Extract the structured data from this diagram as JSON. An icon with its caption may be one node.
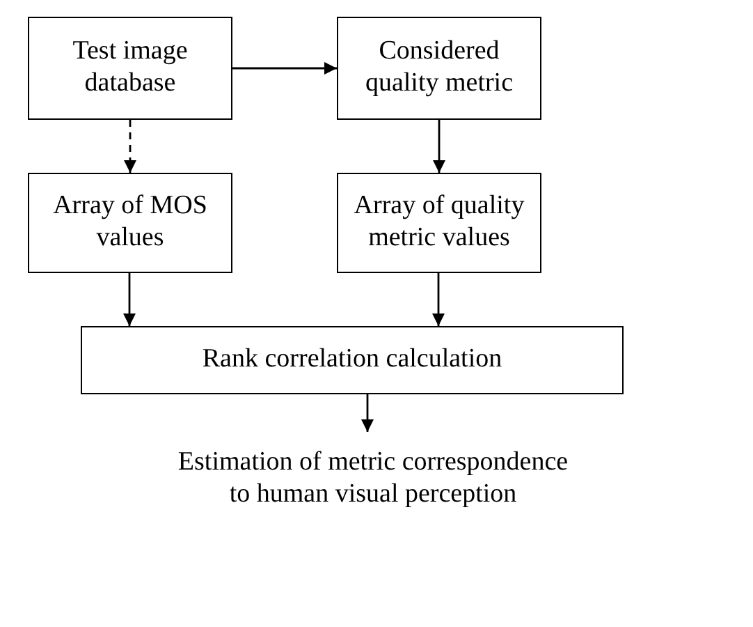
{
  "diagram": {
    "nodes": [
      {
        "text": [
          "Test image database"
        ]
      },
      {
        "text": [
          "Considered quality metric"
        ]
      },
      {
        "text": [
          "Array of MOS values"
        ]
      },
      {
        "text": [
          "Array of quality metric values"
        ]
      },
      {
        "text": [
          "Rank correlation calculation"
        ]
      },
      {
        "text": [
          "Estimation of metric correspondence to human visual perception"
        ]
      }
    ],
    "edges": [
      {
        "from": 0,
        "to": 1,
        "arrow": "to"
      },
      {
        "from": 0,
        "to": 2,
        "arrow": "to",
        "style": "dashed"
      },
      {
        "from": 1,
        "to": 3,
        "arrow": "to"
      },
      {
        "from": 2,
        "to": 4,
        "arrow": "to"
      },
      {
        "from": 3,
        "to": 4,
        "arrow": "to"
      },
      {
        "from": 4,
        "to": 5,
        "arrow": "to"
      }
    ]
  }
}
